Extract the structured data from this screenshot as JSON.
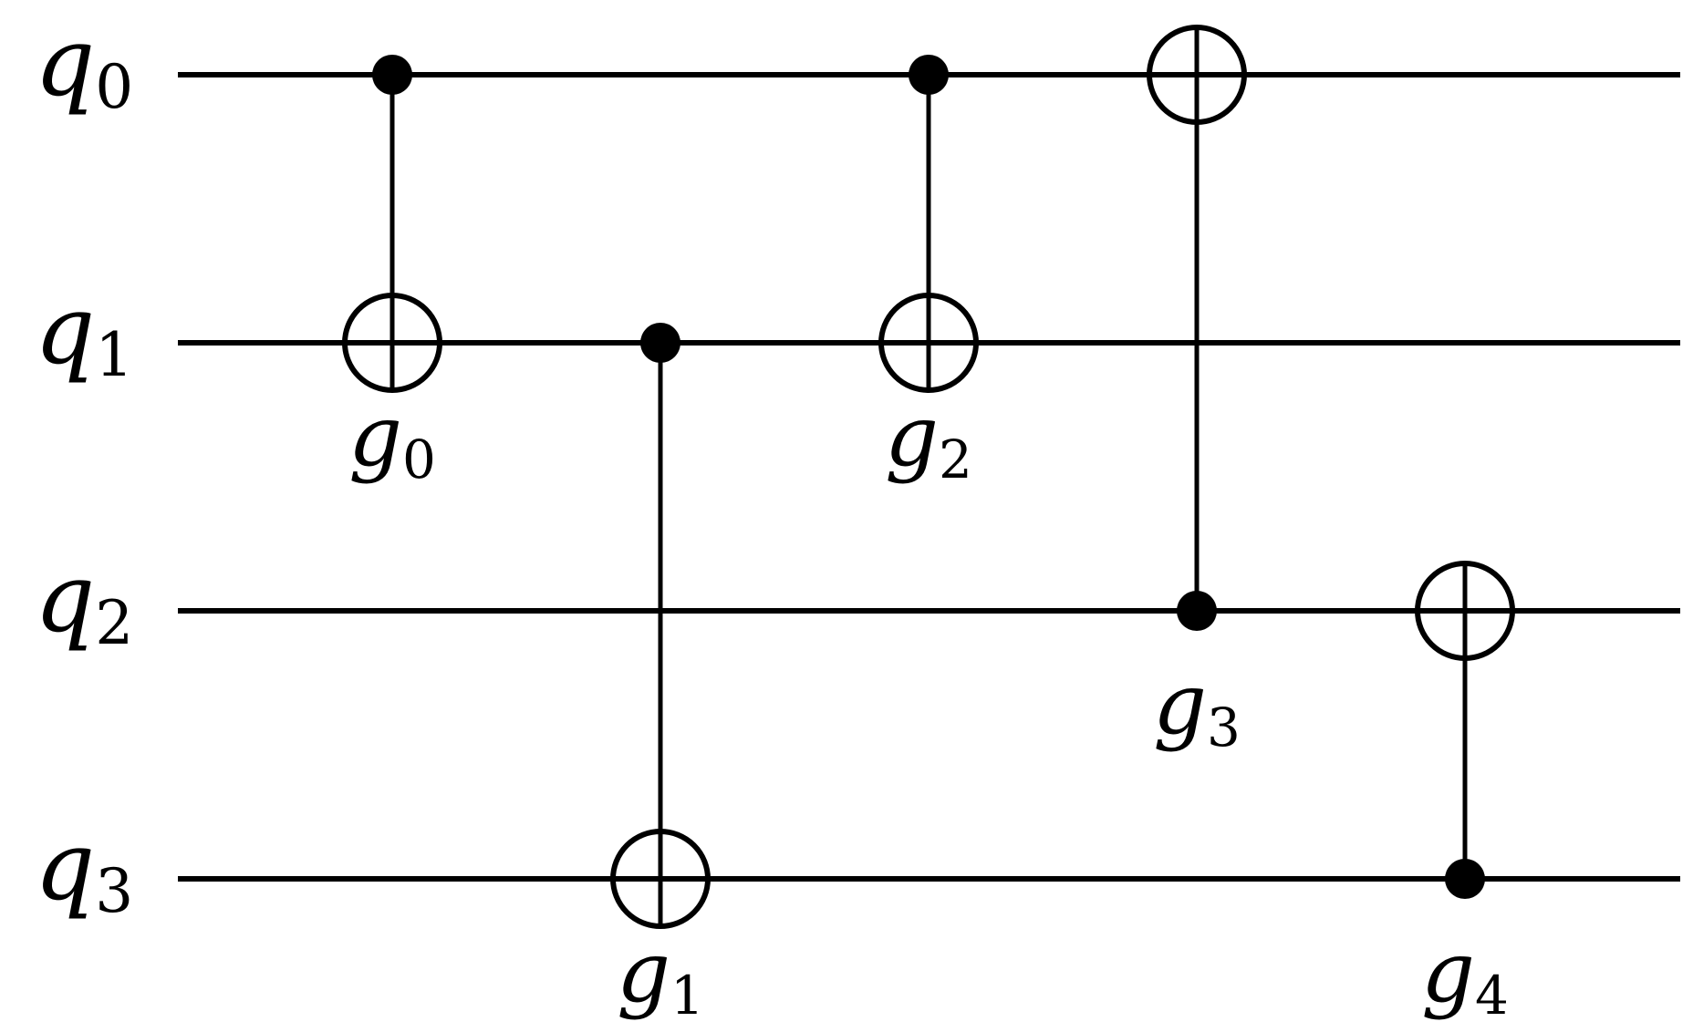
{
  "diagram": {
    "type": "quantum-circuit",
    "stroke_color": "#000000",
    "background": "#ffffff",
    "qubits": [
      {
        "id": "q0",
        "symbol": "q",
        "index": "0"
      },
      {
        "id": "q1",
        "symbol": "q",
        "index": "1"
      },
      {
        "id": "q2",
        "symbol": "q",
        "index": "2"
      },
      {
        "id": "q3",
        "symbol": "q",
        "index": "3"
      }
    ],
    "gates": [
      {
        "id": "g0",
        "symbol": "g",
        "index": "0",
        "kind": "CNOT",
        "control": 0,
        "target": 1,
        "step": 0,
        "label_on": 1
      },
      {
        "id": "g1",
        "symbol": "g",
        "index": "1",
        "kind": "CNOT",
        "control": 1,
        "target": 3,
        "step": 1,
        "label_on": 3
      },
      {
        "id": "g2",
        "symbol": "g",
        "index": "2",
        "kind": "CNOT",
        "control": 0,
        "target": 1,
        "step": 2,
        "label_on": 1
      },
      {
        "id": "g3",
        "symbol": "g",
        "index": "3",
        "kind": "CNOT",
        "control": 2,
        "target": 0,
        "step": 3,
        "label_on": 2
      },
      {
        "id": "g4",
        "symbol": "g",
        "index": "4",
        "kind": "CNOT",
        "control": 3,
        "target": 2,
        "step": 4,
        "label_on": 3
      }
    ]
  }
}
